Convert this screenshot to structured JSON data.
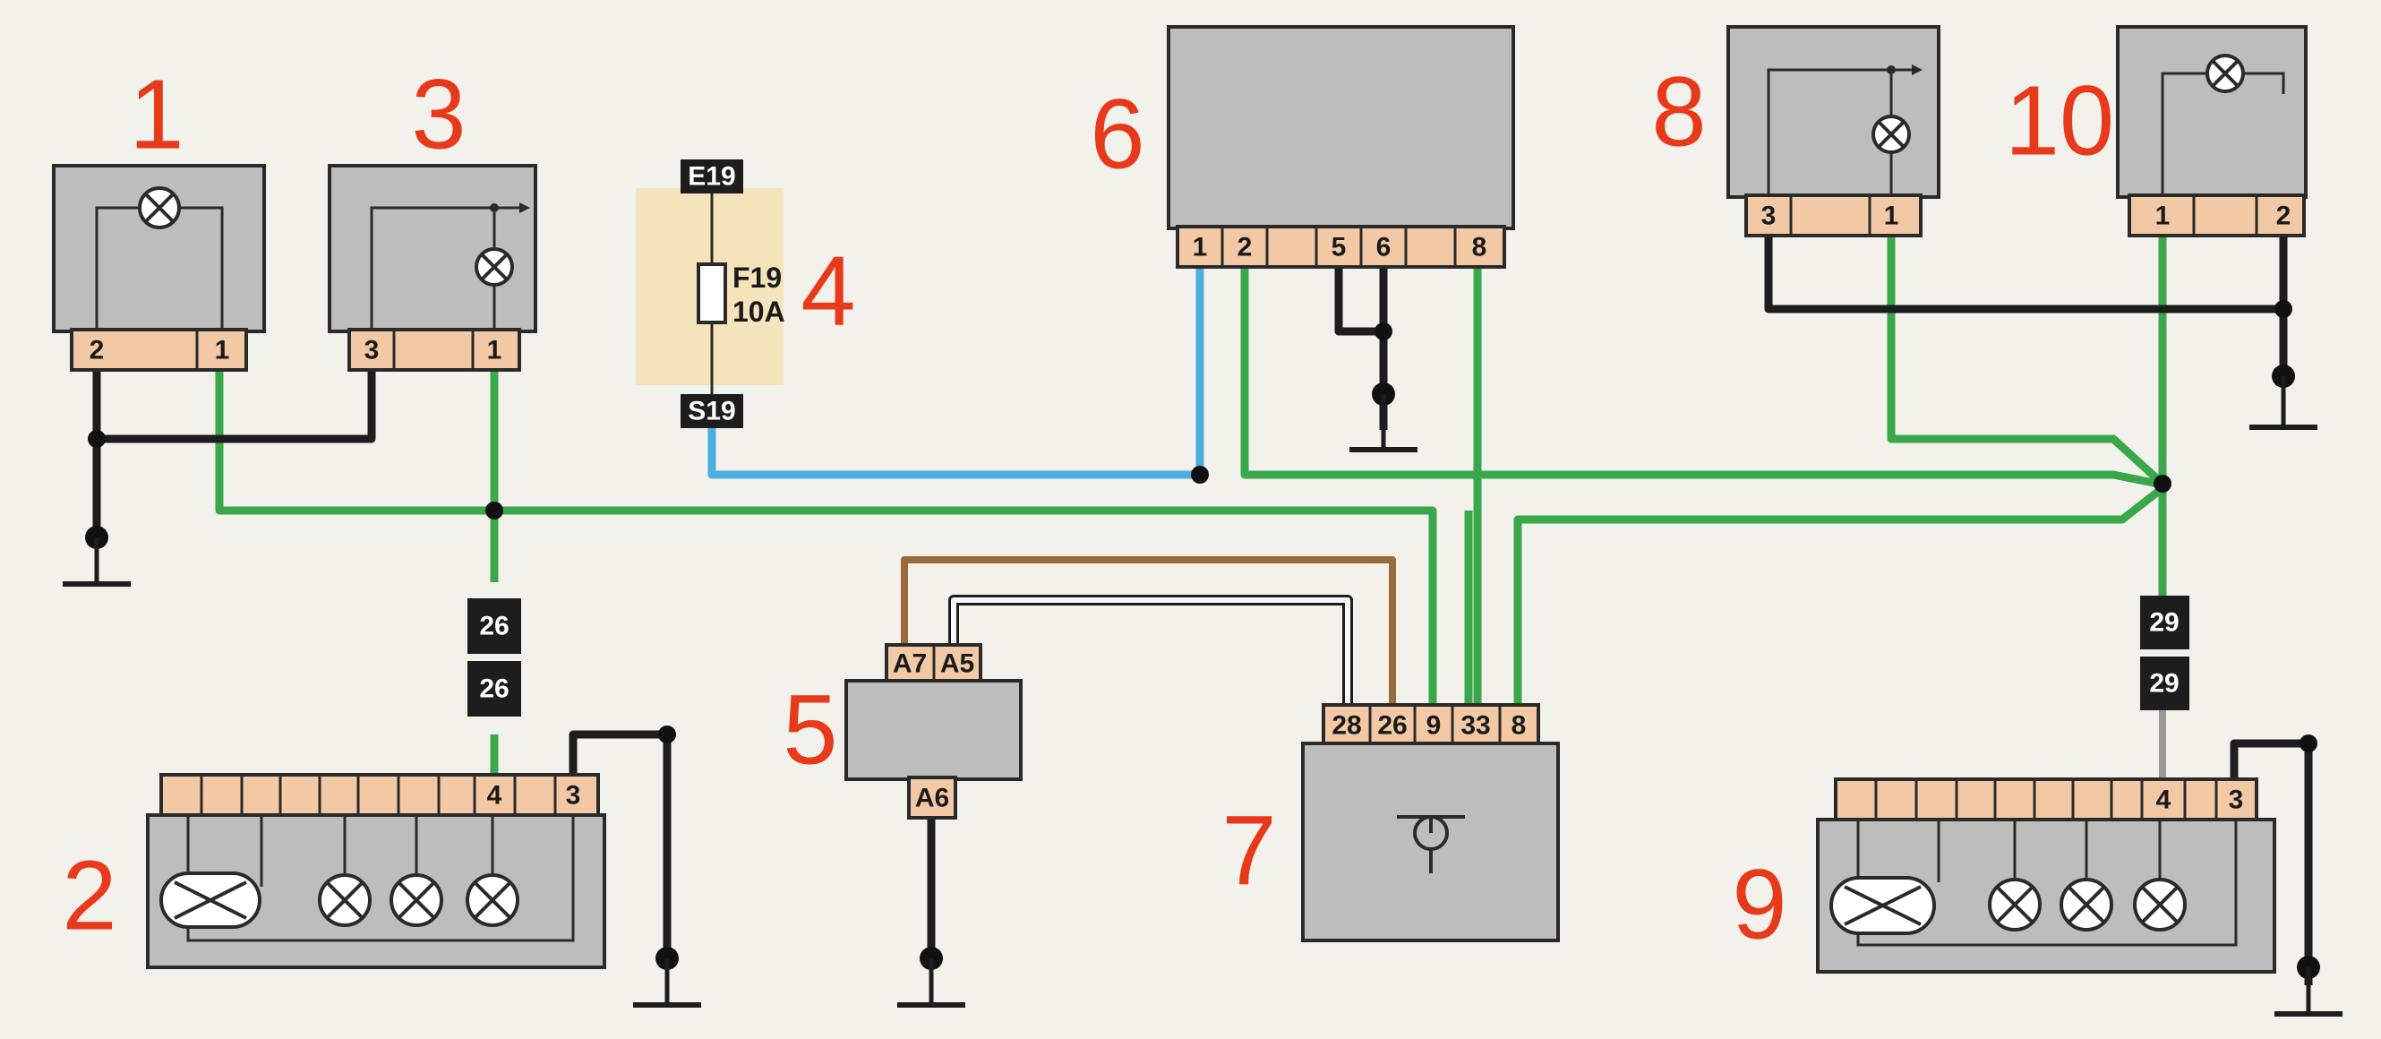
{
  "component_numbers": [
    "1",
    "2",
    "3",
    "4",
    "5",
    "6",
    "7",
    "8",
    "9",
    "10"
  ],
  "pins": {
    "c1": [
      "2",
      "1"
    ],
    "c3": [
      "3",
      "1"
    ],
    "c6": [
      "1",
      "2",
      "5",
      "6",
      "8"
    ],
    "c8": [
      "3",
      "1"
    ],
    "c10": [
      "1",
      "2"
    ],
    "c5_top": [
      "A7",
      "A5"
    ],
    "c5_bottom": "A6",
    "c7": [
      "28",
      "26",
      "9",
      "33",
      "8"
    ],
    "c2": [
      "4",
      "3"
    ],
    "c9": [
      "4",
      "3"
    ]
  },
  "fuse": {
    "top_label": "E19",
    "bottom_label": "S19",
    "name": "F19",
    "rating": "10A"
  },
  "connectors": {
    "left": [
      "26",
      "26"
    ],
    "right": [
      "29",
      "29"
    ]
  },
  "colors": {
    "component_fill": "#bdbdbd",
    "pin_strip": "#f2c9a4",
    "number_red": "#e8391b",
    "wire_green": "#3aa84a",
    "wire_blue": "#4aaee0",
    "wire_black": "#1d1d1d",
    "wire_brown": "#9a6a3a",
    "fuse_highlight": "#f5e3bc"
  },
  "icons": [
    "lamp-icon",
    "ground-icon",
    "fuse-icon",
    "switch-contact-icon",
    "transistor-icon"
  ]
}
